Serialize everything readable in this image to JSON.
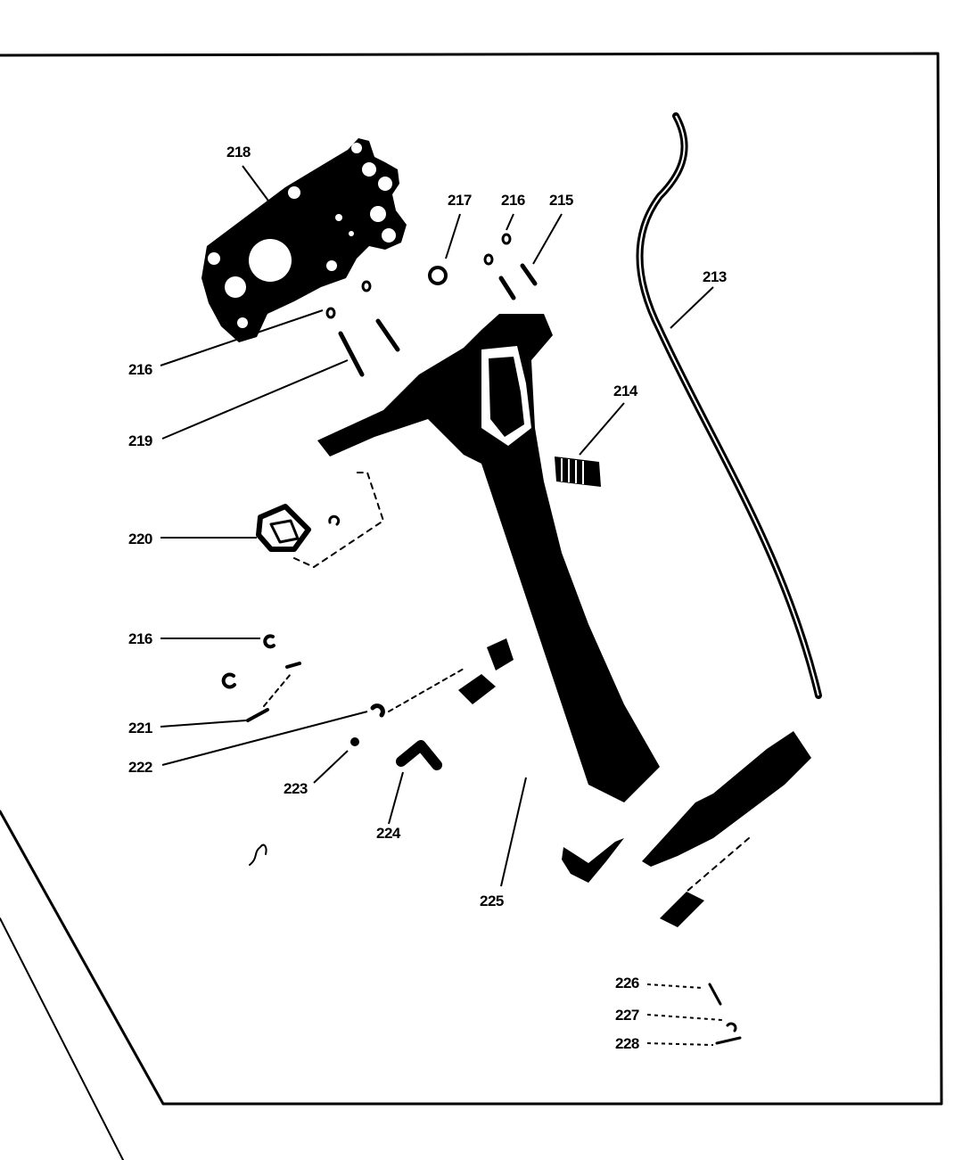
{
  "diagram": {
    "colors": {
      "ink": "#000000",
      "paper": "#ffffff"
    },
    "callouts": [
      {
        "id": "218",
        "text": "218"
      },
      {
        "id": "217",
        "text": "217"
      },
      {
        "id": "216a",
        "text": "216"
      },
      {
        "id": "215",
        "text": "215"
      },
      {
        "id": "213",
        "text": "213"
      },
      {
        "id": "216b",
        "text": "216"
      },
      {
        "id": "219",
        "text": "219"
      },
      {
        "id": "214",
        "text": "214"
      },
      {
        "id": "220",
        "text": "220"
      },
      {
        "id": "216c",
        "text": "216"
      },
      {
        "id": "221",
        "text": "221"
      },
      {
        "id": "222",
        "text": "222"
      },
      {
        "id": "223",
        "text": "223"
      },
      {
        "id": "224",
        "text": "224"
      },
      {
        "id": "225",
        "text": "225"
      },
      {
        "id": "226",
        "text": "226"
      },
      {
        "id": "227",
        "text": "227"
      },
      {
        "id": "228",
        "text": "228"
      }
    ]
  }
}
